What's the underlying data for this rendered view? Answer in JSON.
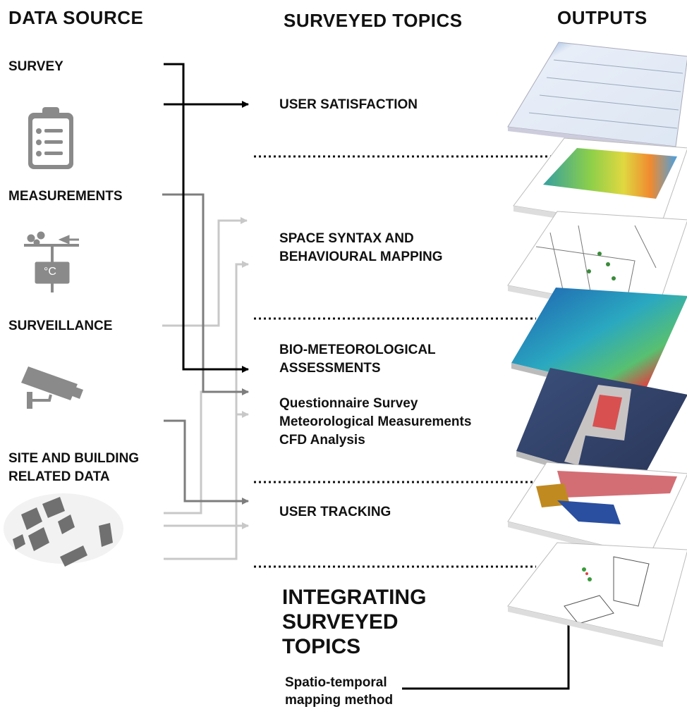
{
  "headers": {
    "data_source": "DATA SOURCE",
    "surveyed_topics": "SURVEYED TOPICS",
    "outputs": "OUTPUTS"
  },
  "sources": {
    "survey": "SURVEY",
    "measurements": "MEASUREMENTS",
    "surveillance": "SURVEILLANCE",
    "site_line1": "SITE AND BUILDING",
    "site_line2": "RELATED DATA",
    "weather_unit": "°C"
  },
  "topics": {
    "user_satisfaction": "USER SATISFACTION",
    "space_syntax_line1": "SPACE SYNTAX AND",
    "space_syntax_line2": "BEHAVIOURAL MAPPING",
    "bio_line1": "BIO-METEOROLOGICAL",
    "bio_line2": "ASSESSMENTS",
    "bio_methods": [
      "Questionnaire Survey",
      "Meteorological Measurements",
      "CFD Analysis"
    ],
    "user_tracking": "USER TRACKING",
    "integrating": [
      "INTEGRATING",
      "SURVEYED",
      "TOPICS"
    ],
    "spatio_line1": "Spatio-temporal",
    "spatio_line2": "mapping method"
  },
  "colors": {
    "black_line": "#000000",
    "dark_gray_line": "#7d7d7d",
    "light_gray_line": "#c8c8c8",
    "icon_gray": "#8a8a8a"
  }
}
